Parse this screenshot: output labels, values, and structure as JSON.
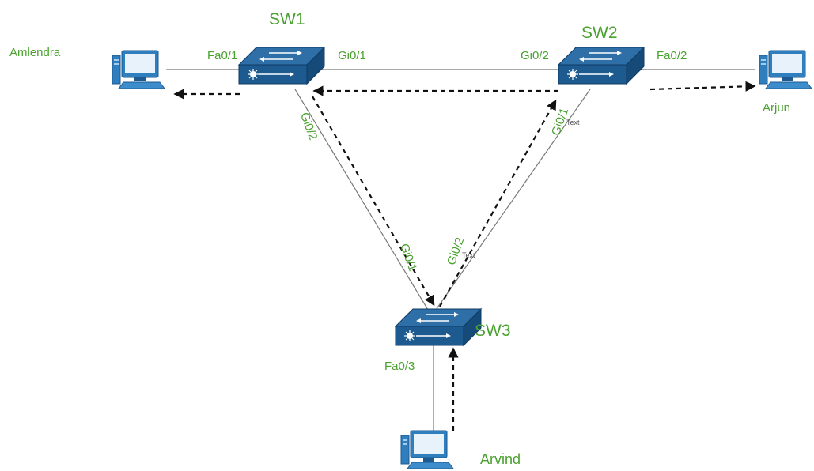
{
  "colors": {
    "label_green": "#4aa12f",
    "switch_top": "#2e6fa8",
    "switch_front": "#1d5a90",
    "switch_side": "#164a78",
    "link": "#777777",
    "arrow": "#111111",
    "pc_blue": "#2f7fbf"
  },
  "switches": {
    "sw1": "SW1",
    "sw2": "SW2",
    "sw3": "SW3"
  },
  "hosts": {
    "amlendra": "Amlendra",
    "arjun": "Arjun",
    "arvind": "Arvind"
  },
  "ports": {
    "sw1_fa01": "Fa0/1",
    "sw1_gi01": "Gi0/1",
    "sw1_gi02": "Gi0/2",
    "sw2_gi02": "Gi0/2",
    "sw2_fa02": "Fa0/2",
    "sw2_gi01": "Gi0/1",
    "sw3_gi01": "Gi0/1",
    "sw3_gi02": "Gi0/2",
    "sw3_fa03": "Fa0/3"
  },
  "annotations": {
    "text_a": "Text",
    "text_b": "Text"
  },
  "icons": [
    "switch-icon",
    "pc-icon",
    "dashed-arrow"
  ]
}
